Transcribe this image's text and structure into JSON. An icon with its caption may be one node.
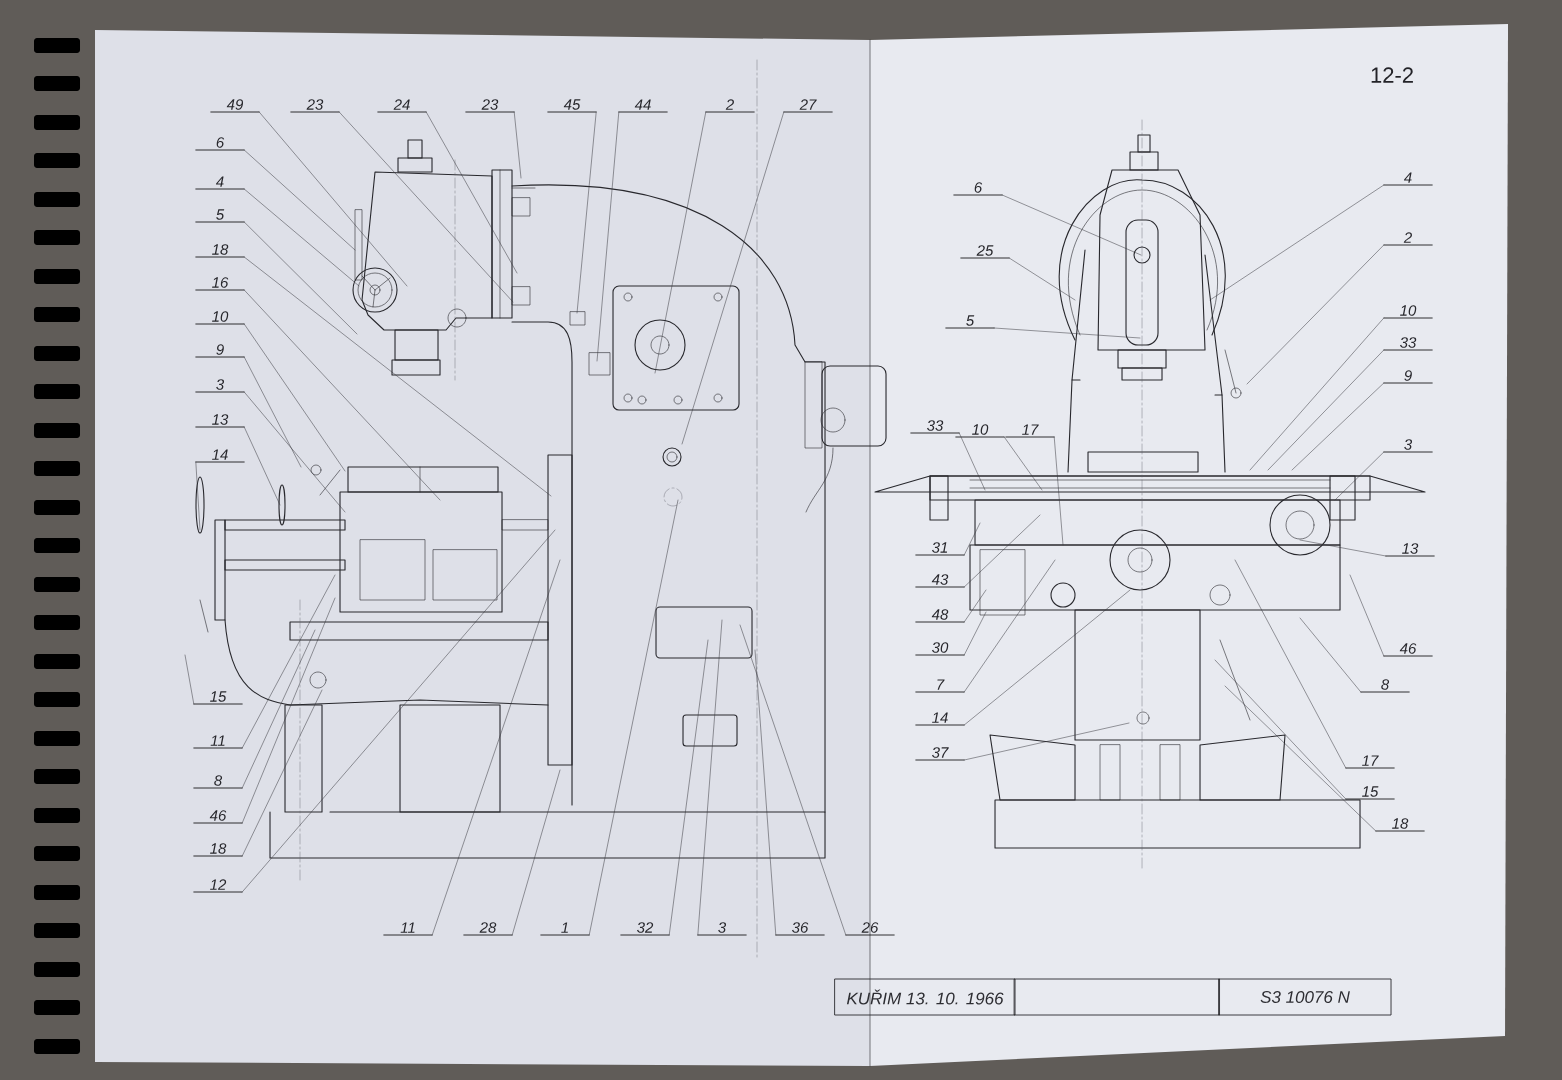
{
  "diagram": {
    "nodes": [
      {
        "text": [
          "49"
        ]
      },
      {
        "text": [
          "23"
        ]
      },
      {
        "text": [
          "24"
        ]
      },
      {
        "text": [
          "23"
        ]
      },
      {
        "text": [
          "45"
        ]
      },
      {
        "text": [
          "44"
        ]
      },
      {
        "text": [
          "2"
        ]
      },
      {
        "text": [
          "27"
        ]
      },
      {
        "text": [
          "6"
        ]
      },
      {
        "text": [
          "4"
        ]
      },
      {
        "text": [
          "5"
        ]
      },
      {
        "text": [
          "18"
        ]
      },
      {
        "text": [
          "16"
        ]
      },
      {
        "text": [
          "10"
        ]
      },
      {
        "text": [
          "9"
        ]
      },
      {
        "text": [
          "3"
        ]
      },
      {
        "text": [
          "13"
        ]
      },
      {
        "text": [
          "14"
        ]
      },
      {
        "text": [
          "15"
        ]
      },
      {
        "text": [
          "11"
        ]
      },
      {
        "text": [
          "8"
        ]
      },
      {
        "text": [
          "46"
        ]
      },
      {
        "text": [
          "18"
        ]
      },
      {
        "text": [
          "12"
        ]
      },
      {
        "text": [
          "11"
        ]
      },
      {
        "text": [
          "28"
        ]
      },
      {
        "text": [
          "1"
        ]
      },
      {
        "text": [
          "32"
        ]
      },
      {
        "text": [
          "3"
        ]
      },
      {
        "text": [
          "36"
        ]
      },
      {
        "text": [
          "26"
        ]
      },
      {
        "text": [
          "6"
        ]
      },
      {
        "text": [
          "25"
        ]
      },
      {
        "text": [
          "5"
        ]
      },
      {
        "text": [
          "4"
        ]
      },
      {
        "text": [
          "2"
        ]
      },
      {
        "text": [
          "10"
        ]
      },
      {
        "text": [
          "33"
        ]
      },
      {
        "text": [
          "9"
        ]
      },
      {
        "text": [
          "3"
        ]
      },
      {
        "text": [
          "33"
        ]
      },
      {
        "text": [
          "10"
        ]
      },
      {
        "text": [
          "17"
        ]
      },
      {
        "text": [
          "31"
        ]
      },
      {
        "text": [
          "43"
        ]
      },
      {
        "text": [
          "48"
        ]
      },
      {
        "text": [
          "30"
        ]
      },
      {
        "text": [
          "7"
        ]
      },
      {
        "text": [
          "14"
        ]
      },
      {
        "text": [
          "37"
        ]
      },
      {
        "text": [
          "13"
        ]
      },
      {
        "text": [
          "46"
        ]
      },
      {
        "text": [
          "8"
        ]
      },
      {
        "text": [
          "17"
        ]
      },
      {
        "text": [
          "15"
        ]
      },
      {
        "text": [
          "18"
        ]
      },
      {
        "text": [
          "KUŘIM 13. 10. 1966"
        ]
      },
      {
        "text": [],
        "shape": "box"
      },
      {
        "text": [
          "S3 10076 N"
        ]
      }
    ],
    "edges": [
      {
        "from": 0,
        "to": null,
        "arrow": "none"
      },
      {
        "from": 1,
        "to": null,
        "arrow": "none"
      },
      {
        "from": 2,
        "to": null,
        "arrow": "none"
      },
      {
        "from": 3,
        "to": null,
        "arrow": "none"
      },
      {
        "from": 4,
        "to": null,
        "arrow": "none"
      },
      {
        "from": 5,
        "to": null,
        "arrow": "none"
      },
      {
        "from": 6,
        "to": null,
        "arrow": "none"
      },
      {
        "from": 7,
        "to": null,
        "arrow": "none"
      },
      {
        "from": 8,
        "to": null,
        "arrow": "none"
      },
      {
        "from": 9,
        "to": null,
        "arrow": "none"
      },
      {
        "from": 10,
        "to": null,
        "arrow": "none"
      },
      {
        "from": 11,
        "to": null,
        "arrow": "none"
      },
      {
        "from": 12,
        "to": null,
        "arrow": "none"
      },
      {
        "from": 13,
        "to": null,
        "arrow": "none"
      },
      {
        "from": 14,
        "to": null,
        "arrow": "none"
      },
      {
        "from": 15,
        "to": null,
        "arrow": "none"
      },
      {
        "from": 16,
        "to": null,
        "arrow": "none"
      },
      {
        "from": 17,
        "to": null,
        "arrow": "none"
      },
      {
        "from": 18,
        "to": null,
        "arrow": "none"
      },
      {
        "from": 19,
        "to": null,
        "arrow": "none"
      },
      {
        "from": 20,
        "to": null,
        "arrow": "none"
      },
      {
        "from": 21,
        "to": null,
        "arrow": "none"
      },
      {
        "from": 22,
        "to": null,
        "arrow": "none"
      },
      {
        "from": 23,
        "to": null,
        "arrow": "none"
      },
      {
        "from": 24,
        "to": null,
        "arrow": "none"
      },
      {
        "from": 25,
        "to": null,
        "arrow": "none"
      },
      {
        "from": 26,
        "to": null,
        "arrow": "none"
      },
      {
        "from": 27,
        "to": null,
        "arrow": "none"
      },
      {
        "from": 28,
        "to": null,
        "arrow": "none"
      },
      {
        "from": 29,
        "to": null,
        "arrow": "none"
      },
      {
        "from": 30,
        "to": null,
        "arrow": "none"
      },
      {
        "from": 31,
        "to": null,
        "arrow": "none"
      },
      {
        "from": 32,
        "to": null,
        "arrow": "none"
      },
      {
        "from": 33,
        "to": null,
        "arrow": "none"
      },
      {
        "from": 34,
        "to": null,
        "arrow": "none"
      },
      {
        "from": 35,
        "to": null,
        "arrow": "none"
      },
      {
        "from": 36,
        "to": null,
        "arrow": "none"
      },
      {
        "from": 37,
        "to": null,
        "arrow": "none"
      },
      {
        "from": 38,
        "to": null,
        "arrow": "none"
      },
      {
        "from": 39,
        "to": null,
        "arrow": "none"
      },
      {
        "from": 40,
        "to": null,
        "arrow": "none"
      },
      {
        "from": 41,
        "to": null,
        "arrow": "none"
      },
      {
        "from": 42,
        "to": null,
        "arrow": "none"
      },
      {
        "from": 43,
        "to": null,
        "arrow": "none"
      },
      {
        "from": 44,
        "to": null,
        "arrow": "none"
      },
      {
        "from": 45,
        "to": null,
        "arrow": "none"
      },
      {
        "from": 46,
        "to": null,
        "arrow": "none"
      },
      {
        "from": 47,
        "to": null,
        "arrow": "none"
      },
      {
        "from": 48,
        "to": null,
        "arrow": "none"
      },
      {
        "from": 49,
        "to": null,
        "arrow": "none"
      },
      {
        "from": 50,
        "to": null,
        "arrow": "none"
      },
      {
        "from": 51,
        "to": null,
        "arrow": "none"
      },
      {
        "from": 52,
        "to": null,
        "arrow": "none"
      },
      {
        "from": 53,
        "to": null,
        "arrow": "none"
      },
      {
        "from": 54,
        "to": null,
        "arrow": "none"
      },
      {
        "from": 55,
        "to": null,
        "arrow": "none"
      }
    ],
    "labels": [
      "12-2"
    ]
  }
}
